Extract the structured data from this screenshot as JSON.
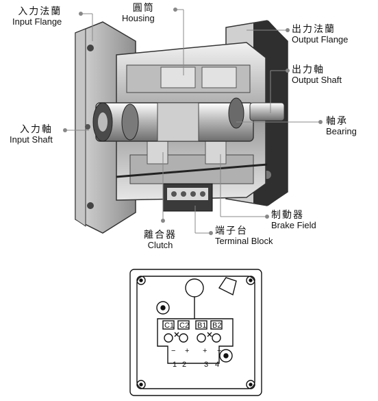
{
  "labels": {
    "input_flange": {
      "zh": "入力法蘭",
      "en": "Input Flange"
    },
    "housing": {
      "zh": "圓筒",
      "en": "Housing"
    },
    "output_flange": {
      "zh": "出力法蘭",
      "en": "Output Flange"
    },
    "output_shaft": {
      "zh": "出力軸",
      "en": "Output Shaft"
    },
    "input_shaft": {
      "zh": "入力軸",
      "en": "Input Shaft"
    },
    "bearing": {
      "zh": "軸承",
      "en": "Bearing"
    },
    "brake_field": {
      "zh": "制動器",
      "en": "Brake Field"
    },
    "clutch": {
      "zh": "離合器",
      "en": "Clutch"
    },
    "terminal_block": {
      "zh": "端子台",
      "en": "Terminal Block"
    }
  },
  "terminal_diagram": {
    "terminals": [
      "C1",
      "C2",
      "B1",
      "B2"
    ],
    "polarity": [
      "−",
      "+",
      "+",
      "−"
    ],
    "numbers": [
      "1",
      "2",
      "3",
      "4"
    ]
  },
  "colors": {
    "leader_dot": "#888888",
    "metal_dark": "#3a3a3a",
    "metal_mid": "#9a9a9a",
    "metal_light": "#dcdcdc"
  }
}
